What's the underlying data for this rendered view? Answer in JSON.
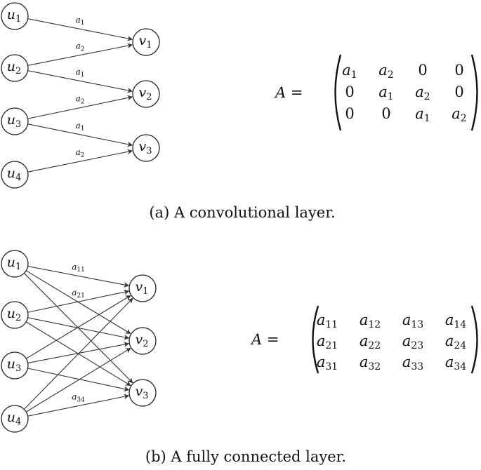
{
  "panels": [
    {
      "id": "conv",
      "caption": "(a) A convolutional layer.",
      "inputs": [
        {
          "base": "u",
          "sub": "1"
        },
        {
          "base": "u",
          "sub": "2"
        },
        {
          "base": "u",
          "sub": "3"
        },
        {
          "base": "u",
          "sub": "4"
        }
      ],
      "outputs": [
        {
          "base": "v",
          "sub": "1"
        },
        {
          "base": "v",
          "sub": "2"
        },
        {
          "base": "v",
          "sub": "3"
        }
      ],
      "edges": [
        {
          "from": 0,
          "to": 0,
          "label": {
            "base": "a",
            "sub": "1"
          }
        },
        {
          "from": 1,
          "to": 0,
          "label": {
            "base": "a",
            "sub": "2"
          }
        },
        {
          "from": 1,
          "to": 1,
          "label": {
            "base": "a",
            "sub": "1"
          }
        },
        {
          "from": 2,
          "to": 1,
          "label": {
            "base": "a",
            "sub": "2"
          }
        },
        {
          "from": 2,
          "to": 2,
          "label": {
            "base": "a",
            "sub": "1"
          }
        },
        {
          "from": 3,
          "to": 2,
          "label": {
            "base": "a",
            "sub": "2"
          }
        }
      ],
      "matrix_lhs": "A =",
      "matrix": [
        [
          {
            "base": "a",
            "sub": "1"
          },
          {
            "base": "a",
            "sub": "2"
          },
          {
            "num": "0"
          },
          {
            "num": "0"
          }
        ],
        [
          {
            "num": "0"
          },
          {
            "base": "a",
            "sub": "1"
          },
          {
            "base": "a",
            "sub": "2"
          },
          {
            "num": "0"
          }
        ],
        [
          {
            "num": "0"
          },
          {
            "num": "0"
          },
          {
            "base": "a",
            "sub": "1"
          },
          {
            "base": "a",
            "sub": "2"
          }
        ]
      ]
    },
    {
      "id": "fc",
      "caption": "(b) A fully connected layer.",
      "inputs": [
        {
          "base": "u",
          "sub": "1"
        },
        {
          "base": "u",
          "sub": "2"
        },
        {
          "base": "u",
          "sub": "3"
        },
        {
          "base": "u",
          "sub": "4"
        }
      ],
      "outputs": [
        {
          "base": "v",
          "sub": "1"
        },
        {
          "base": "v",
          "sub": "2"
        },
        {
          "base": "v",
          "sub": "3"
        }
      ],
      "edges": [
        {
          "from": 0,
          "to": 0,
          "label": {
            "base": "a",
            "sub": "11"
          }
        },
        {
          "from": 0,
          "to": 1
        },
        {
          "from": 0,
          "to": 2
        },
        {
          "from": 1,
          "to": 0,
          "label": {
            "base": "a",
            "sub": "21"
          }
        },
        {
          "from": 1,
          "to": 1
        },
        {
          "from": 1,
          "to": 2
        },
        {
          "from": 2,
          "to": 0
        },
        {
          "from": 2,
          "to": 1
        },
        {
          "from": 2,
          "to": 2
        },
        {
          "from": 3,
          "to": 0
        },
        {
          "from": 3,
          "to": 1
        },
        {
          "from": 3,
          "to": 2,
          "label": {
            "base": "a",
            "sub": "34"
          }
        }
      ],
      "matrix_lhs": "A =",
      "matrix": [
        [
          {
            "base": "a",
            "sub": "11"
          },
          {
            "base": "a",
            "sub": "12"
          },
          {
            "base": "a",
            "sub": "13"
          },
          {
            "base": "a",
            "sub": "14"
          }
        ],
        [
          {
            "base": "a",
            "sub": "21"
          },
          {
            "base": "a",
            "sub": "22"
          },
          {
            "base": "a",
            "sub": "23"
          },
          {
            "base": "a",
            "sub": "24"
          }
        ],
        [
          {
            "base": "a",
            "sub": "31"
          },
          {
            "base": "a",
            "sub": "32"
          },
          {
            "base": "a",
            "sub": "33"
          },
          {
            "base": "a",
            "sub": "34"
          }
        ]
      ]
    }
  ]
}
